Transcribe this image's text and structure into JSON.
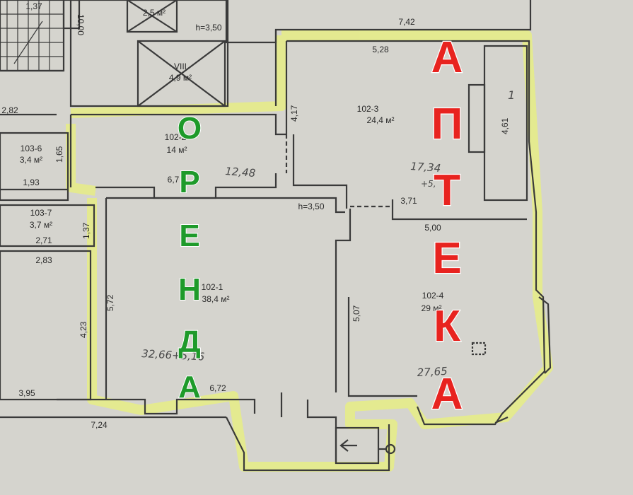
{
  "plan": {
    "rooms": [
      {
        "id": "room-102-3",
        "code": "102-3",
        "area": "24,4 м²"
      },
      {
        "id": "room-102-1",
        "code": "102-1",
        "area": "38,4 м²"
      },
      {
        "id": "room-102-4",
        "code": "102-4",
        "area": "29 м²"
      },
      {
        "id": "room-102-2",
        "code": "102-2",
        "area": "14 м²"
      },
      {
        "id": "room-103-6",
        "code": "103-6",
        "area": "3,4 м²"
      },
      {
        "id": "room-103-7",
        "code": "103-7",
        "area": "3,7 м²"
      },
      {
        "id": "room-viii",
        "code": "VIII",
        "area": "4,9 м²"
      },
      {
        "id": "room-top-small",
        "code": "",
        "area": "2,5 м²"
      }
    ],
    "dimensions": {
      "d_137_top": "1,37",
      "d_1000": "10,00",
      "d_350_top": "h=3,50",
      "d_742": "7,42",
      "d_528": "5,28",
      "d_417": "4,17",
      "d_461": "4,61",
      "d_282": "2,82",
      "d_165": "1,65",
      "d_193": "1,93",
      "d_67": "6,7",
      "d_350_mid": "h=3,50",
      "d_371": "3,71",
      "d_500": "5,00",
      "d_137_mid": "1,37",
      "d_271": "2,71",
      "d_283": "2,83",
      "d_572": "5,72",
      "d_507": "5,07",
      "d_423": "4,23",
      "d_395": "3,95",
      "d_672": "6,72",
      "d_724": "7,24"
    },
    "handwritten": {
      "h1": "12,48",
      "h2": "17,34",
      "h3": "+5,",
      "h4": "32,66+5,16",
      "h5": "27,65",
      "h6": "1"
    },
    "overlay": {
      "pharmacy_letters": [
        "А",
        "П",
        "Т",
        "Е",
        "К",
        "А"
      ],
      "rent_letters": [
        "О",
        "Р",
        "Е",
        "Н",
        "Д",
        "А"
      ],
      "pharmacy_color": "#e8231f",
      "rent_color": "#1e9a2a",
      "outline_color": "#ffffff"
    },
    "colors": {
      "paper": "#d9d8d1",
      "wall": "#3a3a3a",
      "highlight": "#e6ec8a"
    }
  }
}
